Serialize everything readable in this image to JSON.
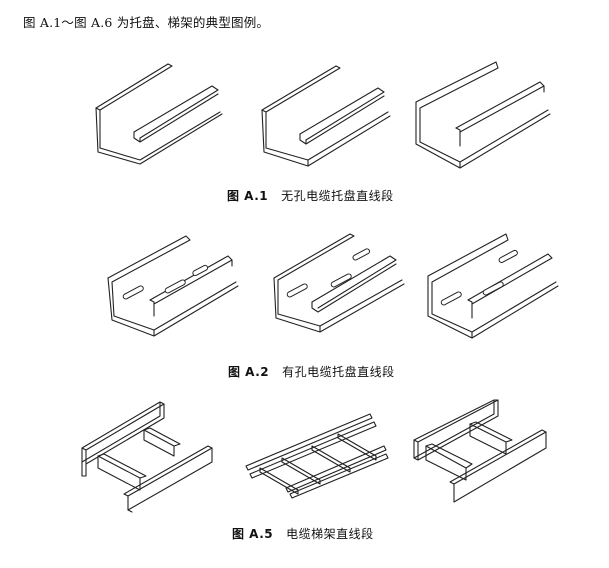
{
  "intro_text": "图 A.1～图 A.6 为托盘、梯架的典型图例。",
  "figures": [
    {
      "label": "图 A.1",
      "caption": "无孔电缆托盘直线段",
      "views": [
        "solid-tray-view-1",
        "solid-tray-view-2",
        "solid-tray-view-3"
      ]
    },
    {
      "label": "图 A.2",
      "caption": "有孔电缆托盘直线段",
      "views": [
        "perforated-tray-view-1",
        "perforated-tray-view-2",
        "perforated-tray-view-3"
      ]
    },
    {
      "label": "图 A.5",
      "caption": "电缆梯架直线段",
      "views": [
        "ladder-view-1",
        "ladder-view-2",
        "ladder-view-3"
      ]
    }
  ]
}
